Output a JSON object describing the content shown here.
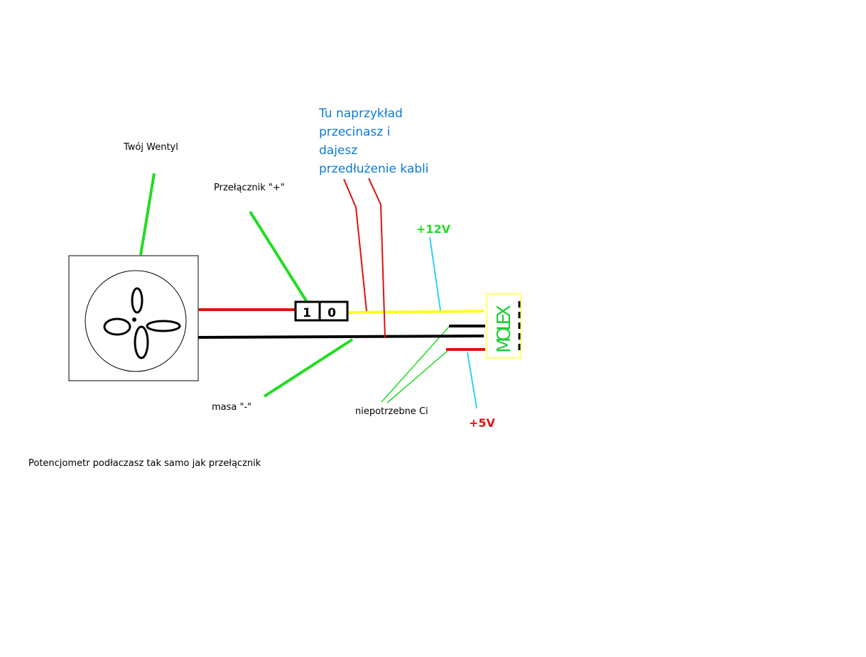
{
  "labels": {
    "fan": "Twój Wentyl",
    "switch": "Przełącznik \"+\"",
    "ground": "masa \"-\"",
    "unneeded": "niepotrzebne Ci",
    "potentiometer_note": "Potencjometr podłaczasz tak samo jak przełącznik",
    "cut_note": [
      "Tu naprzykład",
      "przecinasz i",
      "dajesz",
      "przedłużenie kabli"
    ],
    "v12": "+12V",
    "v5": "+5V",
    "molex": "MOLEX",
    "switch_on": "1",
    "switch_off": "0"
  },
  "colors": {
    "pointer": "#22dd22",
    "wire_red": "#e01010",
    "wire_yellow": "#ffff20",
    "wire_black": "#000000",
    "cyan": "#30d0f0",
    "blue_text": "#0a7ad8"
  }
}
